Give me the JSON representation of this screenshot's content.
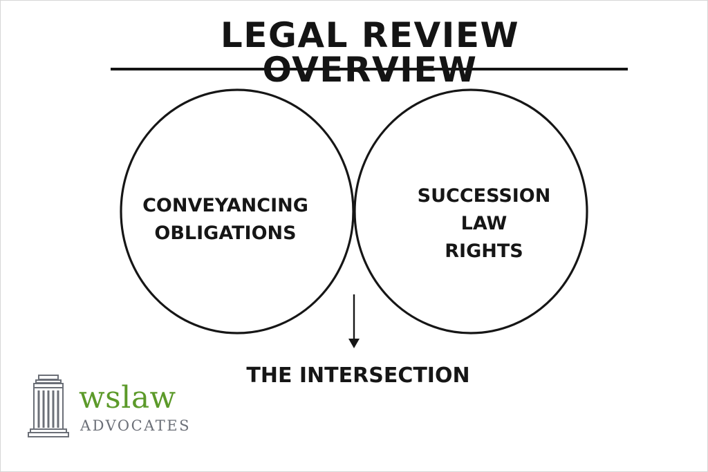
{
  "diagram": {
    "title": "LEGAL REVIEW OVERVIEW",
    "left_set": {
      "lines": [
        "CONVEYANCING",
        "OBLIGATIONS"
      ]
    },
    "right_set": {
      "lines": [
        "SUCCESSION",
        "LAW",
        "RIGHTS"
      ]
    },
    "intersection_label": "THE INTERSECTION",
    "intersection_fill": "#d8f07a",
    "hatch_color": "#4f8a1e",
    "outline_color": "#161616"
  },
  "brand": {
    "name": "wslaw",
    "subtitle": "ADVOCATES",
    "name_color": "#5c9a2a",
    "subtitle_color": "#6b6f77",
    "logo_icon": "building-icon"
  }
}
